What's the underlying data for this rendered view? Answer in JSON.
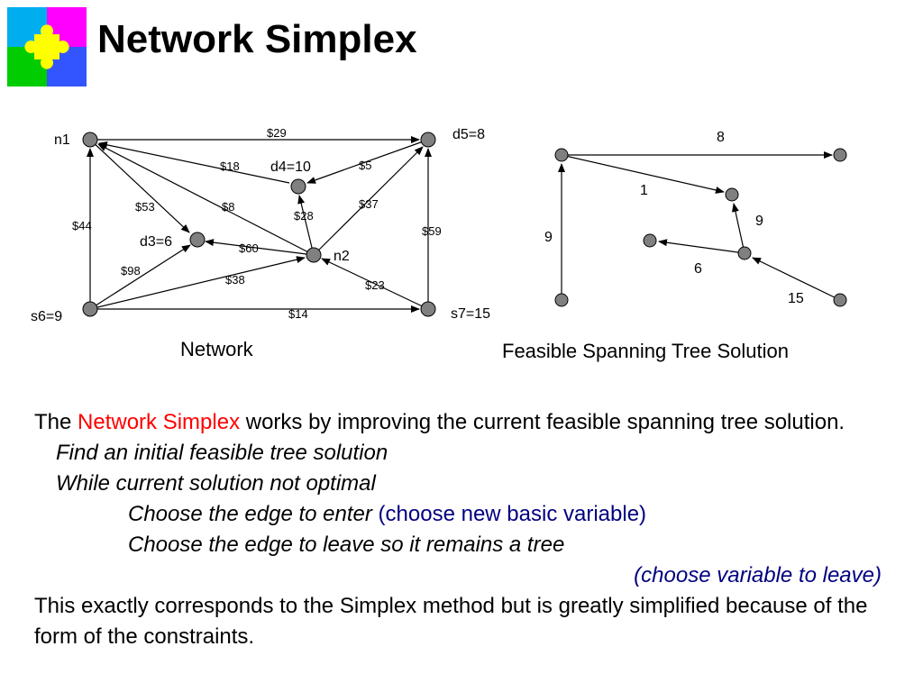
{
  "title": "Network Simplex",
  "logo": {
    "colors": [
      "#ff00ff",
      "#00aeef",
      "#ffff00",
      "#00cc00",
      "#3355ff"
    ]
  },
  "network": {
    "caption": "Network",
    "node_labels": {
      "n1": "n1",
      "d5": "d5=8",
      "d4": "d4=10",
      "d3": "d3=6",
      "n2": "n2",
      "s6": "s6=9",
      "s7": "s7=15"
    },
    "costs": {
      "n1_d5": "$29",
      "d4_n1": "$18",
      "d5_d4": "$5",
      "d3_n1": "$53",
      "n2_n1": "$8",
      "n2_d4": "$28",
      "n2_d5": "$37",
      "n1_s6": "$44",
      "s7_d5": "$59",
      "n2_d3": "$60",
      "s6_d3": "$98",
      "s6_n2": "$38",
      "s7_n2": "$23",
      "s6_s7": "$14"
    }
  },
  "tree": {
    "caption": "Feasible Spanning Tree Solution",
    "flows": {
      "top": "8",
      "diag": "1",
      "up_left": "9",
      "up_right": "9",
      "left": "6",
      "bottom": "15"
    }
  },
  "text": {
    "p1_pre": "The ",
    "p1_red": "Network Simplex",
    "p1_post": " works by improving the current feasible spanning tree solution.",
    "line2": "Find an initial feasible tree solution",
    "line3": "While current solution not optimal",
    "line4_main": "Choose the edge to enter ",
    "line4_blue": "(choose new basic variable)",
    "line5": "Choose the edge to leave so it remains a tree",
    "line6": "(choose variable to leave)",
    "p_last": "This exactly corresponds to the Simplex method but is greatly simplified because of the form of the constraints."
  }
}
